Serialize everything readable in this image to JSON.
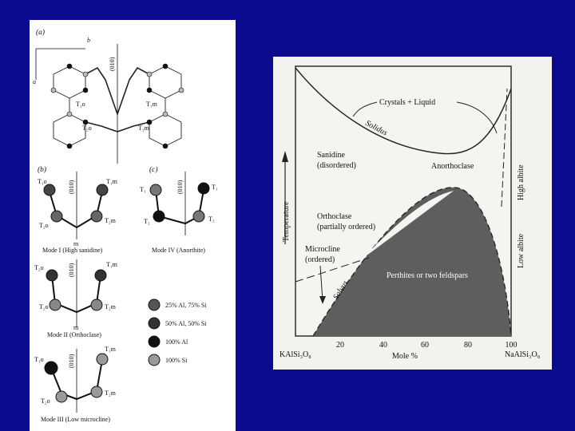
{
  "left_figure": {
    "panel_a": {
      "label": "(a)",
      "axis_b": "b",
      "axis_a": "a",
      "mirror_label": "(010)",
      "sites": [
        "T₁o",
        "T₁m",
        "T₂o",
        "T₂m"
      ]
    },
    "panel_b": {
      "label": "(b)",
      "mode1": {
        "caption": "Mode I (High sanidine)",
        "mirror": "(010)",
        "m": "m",
        "t1o": "T₁o",
        "t1m": "T₁m",
        "t2o": "T₂o",
        "t2m": "T₂m"
      },
      "mode2": {
        "caption": "Mode II (Orthoclase)",
        "mirror": "(010)",
        "m": "m",
        "t1o": "T₁o",
        "t1m": "T₁m",
        "t2o": "T₂o",
        "t2m": "T₂m"
      },
      "mode3": {
        "caption": "Mode III (Low microcline)",
        "mirror": "(010)",
        "t1o": "T₁o",
        "t1m": "T₁m",
        "t2o": "T₂o",
        "t2m": "T₂m"
      }
    },
    "panel_c": {
      "label": "(c)",
      "mirror": "(010)",
      "t1_left": "T₁",
      "t1_right": "T₁",
      "t2_left": "T₂",
      "t2_right": "T₂",
      "caption": "Mode IV (Anorthite)"
    },
    "legend": [
      {
        "label": "25% Al, 75% Si"
      },
      {
        "label": "50% Al, 50% Si"
      },
      {
        "label": "100% Al"
      },
      {
        "label": "100% Si"
      }
    ]
  },
  "right_figure": {
    "y_axis_label": "Temperature",
    "x_axis_label": "Mole %",
    "x_ticks": [
      "20",
      "40",
      "60",
      "80",
      "100"
    ],
    "x_left_end": "KAlSi₃O₈",
    "x_right_end": "NaAlSi₃O₈",
    "fields": {
      "crystals_liquid": "Crystals + Liquid",
      "solidus": "Solidus",
      "sanidine": "Sanidine",
      "sanidine_sub": "(disordered)",
      "anorthoclase": "Anorthoclase",
      "high_albite": "High albite",
      "orthoclase": "Orthoclase",
      "orthoclase_sub": "(partially ordered)",
      "microcline": "Microcline",
      "microcline_sub": "(ordered)",
      "low_albite": "Low albite",
      "solvus": "Solvus",
      "perthites": "Perthites or two feldspars"
    },
    "colors": {
      "background": "#f4f2ef",
      "miscibility_gap": "#5e5e5e",
      "ink": "#222222"
    }
  },
  "colors": {
    "slide_background": "#0b0b8f",
    "left_panel": "#ffffff"
  }
}
